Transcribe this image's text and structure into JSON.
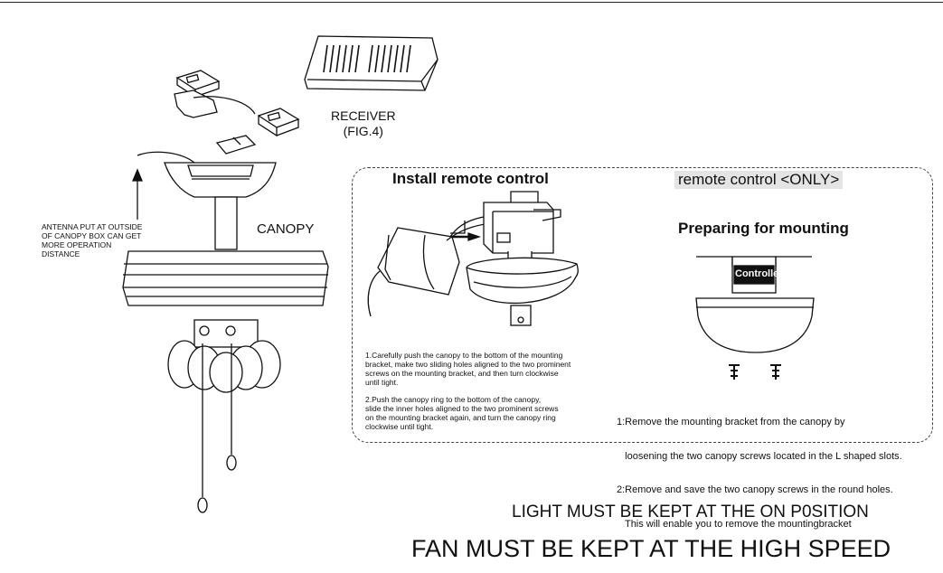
{
  "receiver": {
    "line1": "RECEIVER",
    "line2": "(FIG.4)"
  },
  "canopy_label": "CANOPY",
  "antenna": {
    "lines": [
      "ANTENNA PUT  AT OUTSIDE",
      "OF CANOPY BOX CAN GET",
      "MORE OPERATION",
      "DISTANCE"
    ]
  },
  "install": {
    "title": "Install remote control",
    "step1": [
      "1.Carefully push the canopy to the bottom of the mounting",
      "bracket, make two sliding holes aligned to the two prominent",
      "screws on the mounting bracket, and then turn clockwise",
      "until tight."
    ],
    "step2": [
      "2.Push the canopy ring to the bottom of the canopy,",
      "slide the inner holes aligned to the two prominent screws",
      "on the mounting bracket again, and turn the canopy ring",
      "clockwise until tight."
    ]
  },
  "remote_only": {
    "title": "remote control <ONLY>",
    "subtitle": "Preparing for mounting",
    "controller_label": "Controller",
    "lines": [
      "1:Remove the mounting bracket from the canopy by",
      "   loosening the two canopy screws located in the L shaped slots.",
      "2:Remove and save the two canopy screws in the round holes.",
      "   This will enable you to remove the mountingbracket"
    ]
  },
  "notes": {
    "light": "LIGHT MUST BE KEPT AT THE ON P0SITION",
    "fan": "FAN MUST BE KEPT AT THE HIGH SPEED"
  }
}
